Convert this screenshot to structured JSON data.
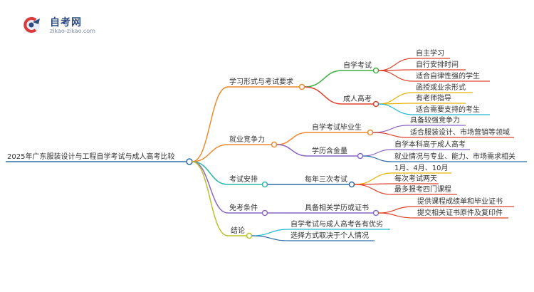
{
  "logo": {
    "title": "自考网",
    "url": "zikao-zikao.com"
  },
  "colors": {
    "orange": "#f0892b",
    "green": "#3fae43",
    "red": "#e0402a",
    "gold": "#e6b400",
    "cyan": "#1fb9d6",
    "blue": "#2f6ea8",
    "purple": "#8a66c7",
    "olive": "#b9bf2a",
    "teal": "#2ab7a8"
  },
  "root": "2025年广东服装设计与工程自学考试与成人高考比较",
  "branches": [
    {
      "label": "学习形式与考试要求",
      "children": [
        {
          "label": "自学考试",
          "children": [
            "自主学习",
            "自行安排时间",
            "适合自律性强的学生"
          ]
        },
        {
          "label": "成人高考",
          "children": [
            "函授或业余形式",
            "有老师指导",
            "适合需要支持的考生"
          ]
        }
      ]
    },
    {
      "label": "就业竞争力",
      "children": [
        {
          "label": "自学考试毕业生",
          "children": [
            "具备较强竞争力",
            "适合服装设计、市场营销等领域"
          ]
        },
        {
          "label": "学历含金量",
          "children": [
            "自学本科高于成人高考",
            "就业情况与专业、能力、市场需求相关"
          ]
        }
      ]
    },
    {
      "label": "考试安排",
      "children": [
        {
          "label": "每年三次考试",
          "children": [
            "1月、4月、10月",
            "每次考试两天",
            "最多报考四门课程"
          ]
        }
      ]
    },
    {
      "label": "免考条件",
      "children": [
        {
          "label": "具备相关学历或证书",
          "children": [
            "提供课程成绩单和毕业证书",
            "提交相关证书原件及复印件"
          ]
        }
      ]
    },
    {
      "label": "结论",
      "children": [
        {
          "label": "自学考试与成人高考各有优劣",
          "children": []
        },
        {
          "label": "选择方式取决于个人情况",
          "children": []
        }
      ]
    }
  ]
}
